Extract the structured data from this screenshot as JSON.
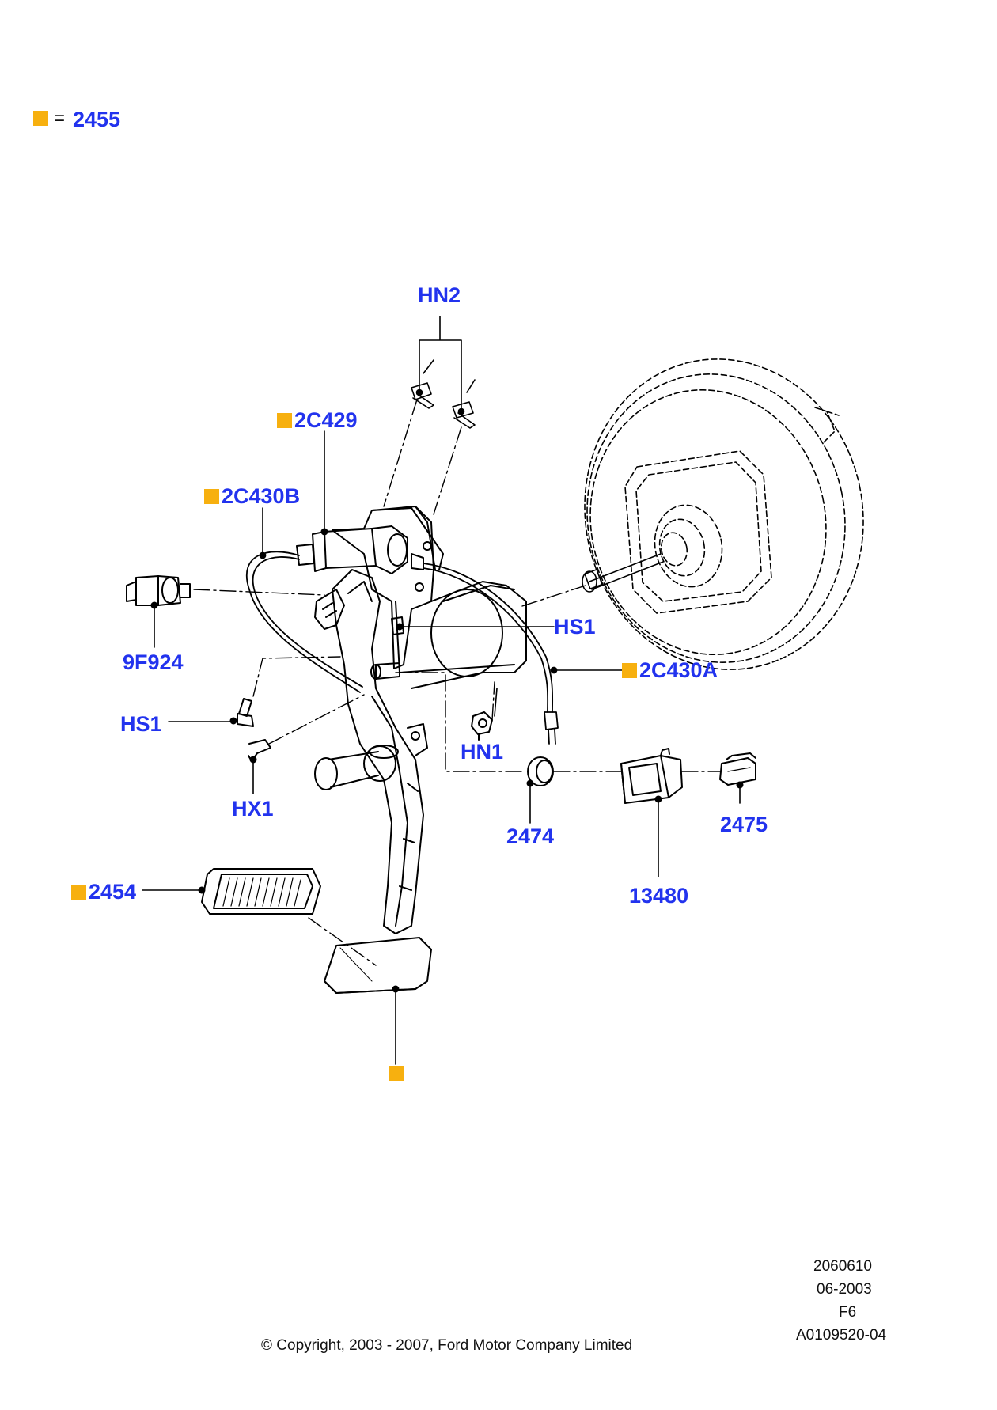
{
  "legend": {
    "equals": "=",
    "part": "2455",
    "marker_color": "#f7b00f"
  },
  "labels": {
    "hn2": "HN2",
    "c2c429": "2C429",
    "c2c430b": "2C430B",
    "p9f924": "9F924",
    "hs1_right": "HS1",
    "c2c430a": "2C430A",
    "hs1_left": "HS1",
    "hn1": "HN1",
    "hx1": "HX1",
    "p2474": "2474",
    "p2475": "2475",
    "p13480": "13480",
    "p2454": "2454"
  },
  "label_color": "#2233ee",
  "footer": {
    "line1": "2060610",
    "line2": "06-2003",
    "line3": "F6",
    "line4": "A0109520-04",
    "copyright": "© Copyright, 2003 - 2007, Ford Motor Company Limited"
  }
}
